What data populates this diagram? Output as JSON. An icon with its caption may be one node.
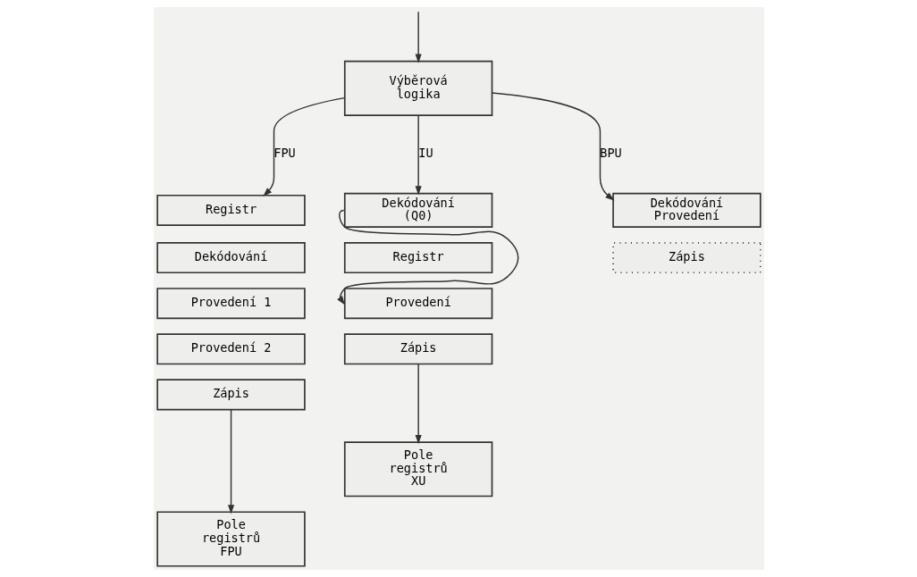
{
  "diagram": {
    "nodes": [
      {
        "text": [
          "Výběrová logika"
        ]
      },
      {
        "text": [
          "Registr"
        ]
      },
      {
        "text": [
          "Dekódování"
        ]
      },
      {
        "text": [
          "Provedení 1"
        ]
      },
      {
        "text": [
          "Provedení 2"
        ]
      },
      {
        "text": [
          "Zápis"
        ]
      },
      {
        "text": [
          "Dekódování (Q0)"
        ]
      },
      {
        "text": [
          "Registr"
        ]
      },
      {
        "text": [
          "Provedení"
        ]
      },
      {
        "text": [
          "Zápis"
        ]
      },
      {
        "text": [
          "Dekódování Provedení"
        ]
      },
      {
        "text": [
          "Zápis"
        ]
      },
      {
        "text": [
          "Pole registrů FPU"
        ]
      },
      {
        "text": [
          "Pole registrů XU"
        ]
      }
    ],
    "edges": [
      {
        "from": null,
        "to": 0,
        "arrow": "to"
      },
      {
        "from": 0,
        "to": 1,
        "arrow": "to",
        "label": "FPU"
      },
      {
        "from": 0,
        "to": 6,
        "arrow": "to",
        "label": "IU"
      },
      {
        "from": 0,
        "to": 10,
        "arrow": "to",
        "label": "BPU"
      },
      {
        "from": 6,
        "to": 8,
        "arrow": "to"
      },
      {
        "from": 5,
        "to": 12,
        "arrow": "to"
      },
      {
        "from": 9,
        "to": 13,
        "arrow": "to"
      }
    ]
  }
}
